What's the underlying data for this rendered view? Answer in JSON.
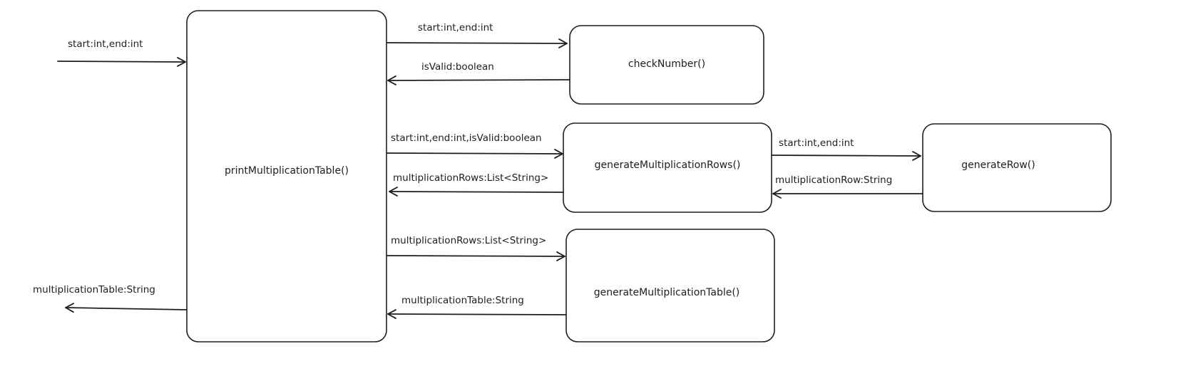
{
  "nodes": [
    {
      "id": "print",
      "label": "printMultiplicationTable()"
    },
    {
      "id": "check",
      "label": "checkNumber()"
    },
    {
      "id": "rows",
      "label": "generateMultiplicationRows()"
    },
    {
      "id": "row",
      "label": "generateRow()"
    },
    {
      "id": "table",
      "label": "generateMultiplicationTable()"
    }
  ],
  "edges": [
    {
      "id": "in",
      "from": "external",
      "to": "print",
      "label": "start:int,end:int"
    },
    {
      "id": "print-check",
      "from": "print",
      "to": "check",
      "label": "start:int,end:int"
    },
    {
      "id": "check-print",
      "from": "check",
      "to": "print",
      "label": "isValid:boolean"
    },
    {
      "id": "print-rows",
      "from": "print",
      "to": "rows",
      "label": "start:int,end:int,isValid:boolean"
    },
    {
      "id": "rows-print",
      "from": "rows",
      "to": "print",
      "label": "multiplicationRows:List<String>"
    },
    {
      "id": "rows-row",
      "from": "rows",
      "to": "row",
      "label": "start:int,end:int"
    },
    {
      "id": "row-rows",
      "from": "row",
      "to": "rows",
      "label": "multiplicationRow:String"
    },
    {
      "id": "print-table",
      "from": "print",
      "to": "table",
      "label": "multiplicationRows:List<String>"
    },
    {
      "id": "table-print",
      "from": "table",
      "to": "print",
      "label": "multiplicationTable:String"
    },
    {
      "id": "out",
      "from": "print",
      "to": "external",
      "label": "multiplicationTable:String"
    }
  ]
}
